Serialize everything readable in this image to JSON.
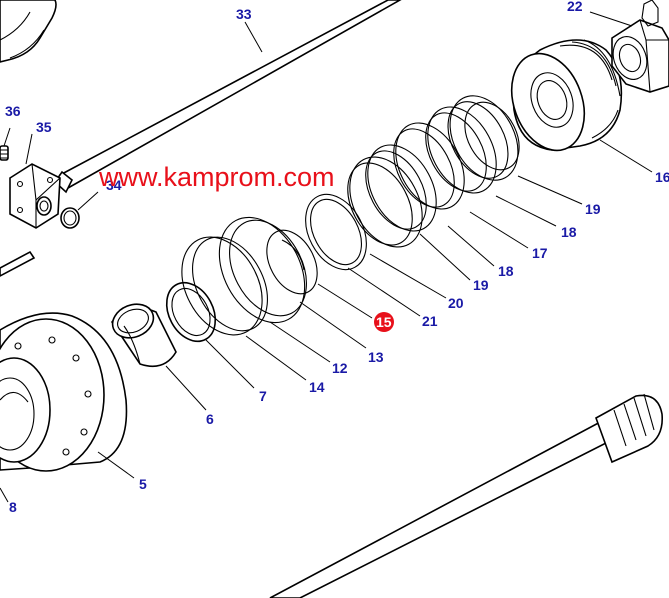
{
  "diagram": {
    "watermark": "www.kamprom.com",
    "colors": {
      "label": "#1a1aa6",
      "watermark": "#e8101a",
      "highlight_badge": "#e8101a",
      "line": "#000000",
      "background": "#ffffff"
    },
    "labels": {
      "n33": "33",
      "n22": "22",
      "n36": "36",
      "n35": "35",
      "n34": "34",
      "n16": "16",
      "n19a": "19",
      "n18a": "18",
      "n17": "17",
      "n18b": "18",
      "n19b": "19",
      "n20": "20",
      "n21": "21",
      "n15": "15",
      "n13": "13",
      "n12": "12",
      "n14": "14",
      "n7": "7",
      "n6": "6",
      "n5": "5",
      "n8": "8"
    }
  }
}
